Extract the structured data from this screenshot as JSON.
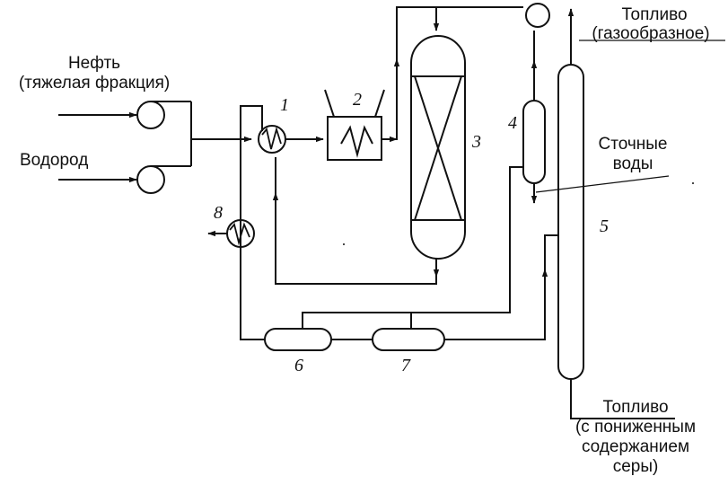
{
  "labels": {
    "oil": "Нефть",
    "oil_sub": "(тяжелая фракция)",
    "hydrogen": "Водород",
    "fuel_gas": "Топливо",
    "fuel_gas_sub": "(газообразное)",
    "waste_water_1": "Сточные",
    "waste_water_2": "воды",
    "fuel_low_s_1": "Топливо",
    "fuel_low_s_2": "(с  пониженным",
    "fuel_low_s_3": "содержанием",
    "fuel_low_s_4": "серы)"
  },
  "numbers": {
    "n1": "1",
    "n2": "2",
    "n3": "3",
    "n4": "4",
    "n5": "5",
    "n6": "6",
    "n7": "7",
    "n8": "8"
  }
}
